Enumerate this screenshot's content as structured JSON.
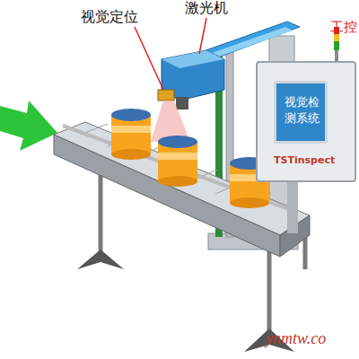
{
  "diagram": {
    "nodes": [
      {
        "text": [
          "TSTinspect"
        ]
      },
      {
        "text": [
          "视觉检测系统"
        ],
        "in": 0
      }
    ],
    "labels": [
      "视觉定位",
      "激光机",
      "工控",
      "ynmtw.co"
    ]
  }
}
